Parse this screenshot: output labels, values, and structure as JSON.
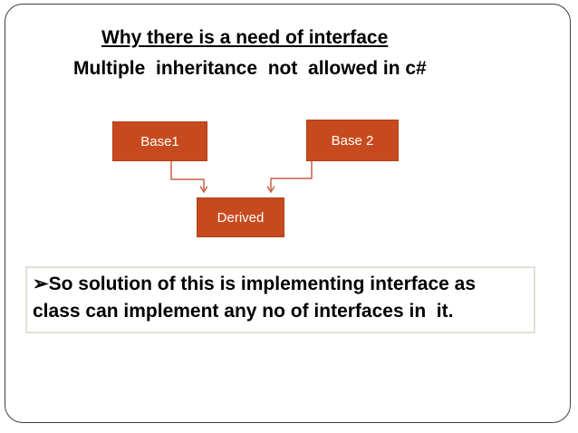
{
  "slide": {
    "title": "Why there is a need of interface",
    "subtitle": "Multiple  inheritance  not  allowed in c#",
    "diagram": {
      "boxes": [
        {
          "id": "base1",
          "label": "Base1"
        },
        {
          "id": "base2",
          "label": "Base 2"
        },
        {
          "id": "derived",
          "label": "Derived"
        }
      ],
      "relationship": "Base1 and Base 2 point to Derived"
    },
    "note": {
      "text": "➢So solution of this is implementing interface as\nclass can implement any no of interfaces in  it."
    }
  },
  "theme": {
    "box-fill": "#C74A1F",
    "box-border": "#B04016",
    "connector-color": "#C96146",
    "frame-border": "#3f3f3f",
    "note-border": "#E4DFD6"
  }
}
